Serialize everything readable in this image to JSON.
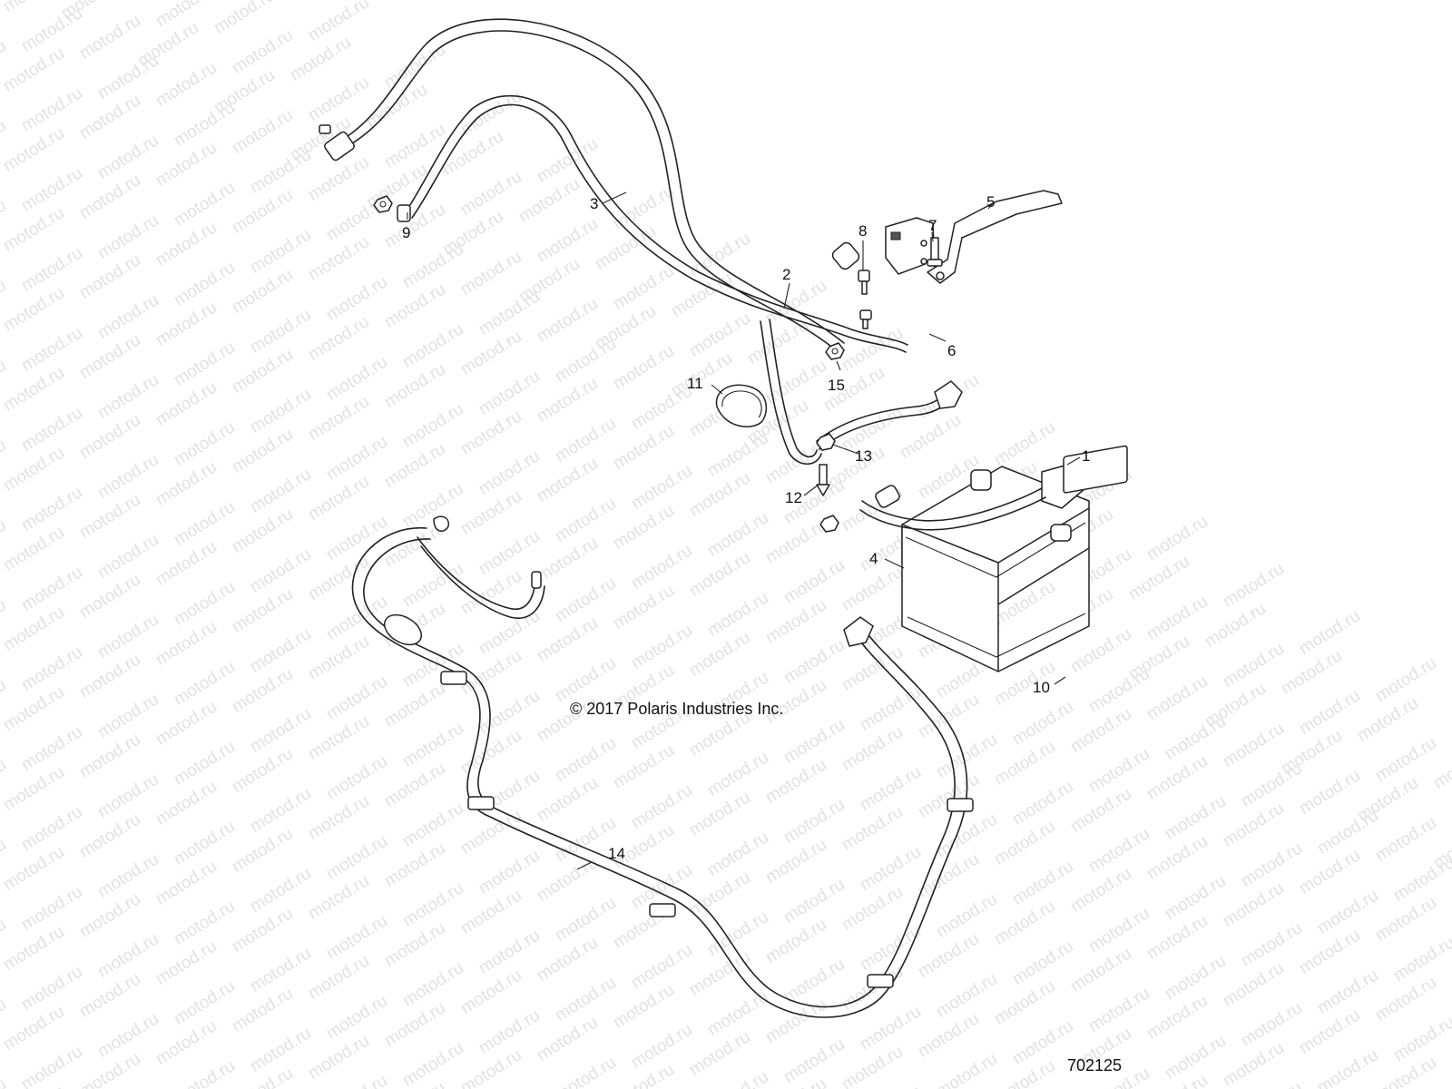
{
  "watermark": "motod.ru",
  "copyright": "© 2017 Polaris Industries Inc.",
  "figure_id": "702125",
  "callouts": {
    "c1": "1",
    "c2": "2",
    "c3": "3",
    "c4": "4",
    "c5": "5",
    "c6": "6",
    "c7": "7",
    "c8": "8",
    "c9": "9",
    "c10": "10",
    "c11": "11",
    "c12": "12",
    "c13": "13",
    "c14": "14",
    "c15": "15"
  },
  "colors": {
    "line": "#222222",
    "watermark": "#e2e2e2",
    "background": "#ffffff"
  }
}
